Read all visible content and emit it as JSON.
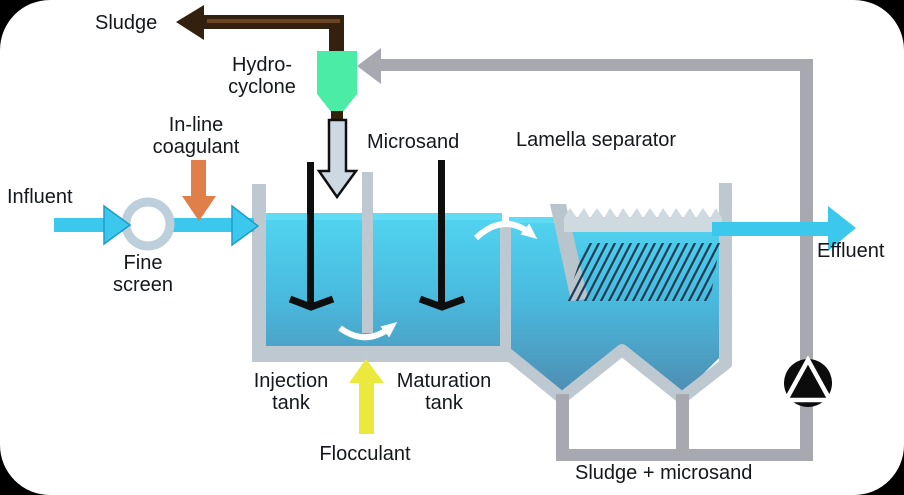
{
  "diagram": {
    "labels": {
      "sludge": "Sludge",
      "hydrocyclone": [
        "Hydro-",
        "cyclone"
      ],
      "inline_coagulant": [
        "In-line",
        "coagulant"
      ],
      "influent": "Influent",
      "fine_screen": [
        "Fine",
        "screen"
      ],
      "microsand": "Microsand",
      "lamella_separator": "Lamella separator",
      "effluent": "Effluent",
      "injection_tank": [
        "Injection",
        "tank"
      ],
      "maturation_tank": [
        "Maturation",
        "tank"
      ],
      "flocculant": "Flocculant",
      "sludge_microsand": "Sludge + microsand"
    },
    "colors": {
      "flow_cyan": "#3cc8ed",
      "water_top": "#52d6f2",
      "water_deep": "#4f86ab",
      "pipe_gray": "#a8a8b1",
      "wall_gray": "#bdc8d0",
      "hydrocyclone_green": "#4aeca6",
      "sludge_brown": "#33200f",
      "sludge_brown_core": "#6b4423",
      "coagulant_orange": "#e07f49",
      "flocculant_yellow": "#ebe83e",
      "microsand_fill": "#cdd9e2",
      "plates_navy": "#1d3c55",
      "weir_gray": "#cfd9e0",
      "pump_black": "#0c0c0c"
    }
  }
}
